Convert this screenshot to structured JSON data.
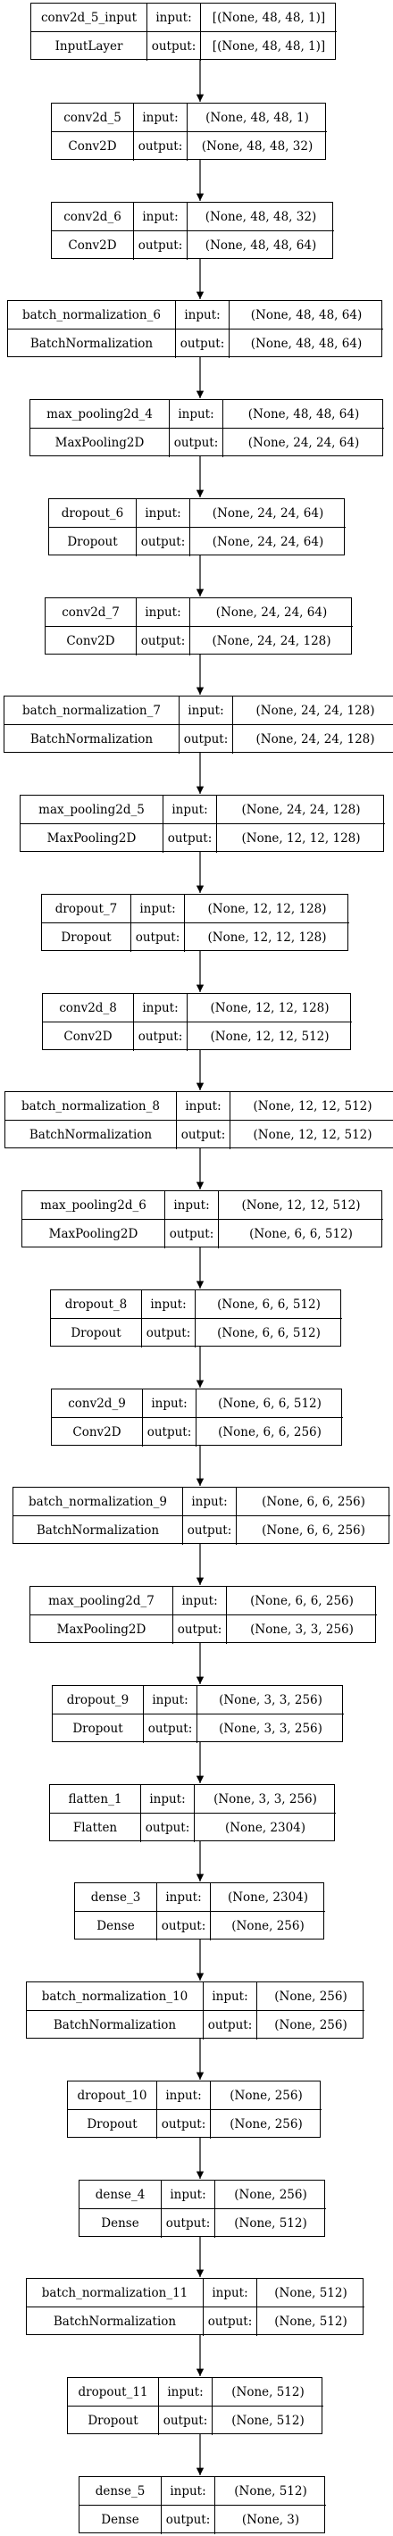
{
  "layers": [
    {
      "name": "conv2d_5_input",
      "type": "InputLayer",
      "input": "[(None, 48, 48, 1)]",
      "output": "[(None, 48, 48, 1)]"
    },
    {
      "name": "conv2d_5",
      "type": "Conv2D",
      "input": "(None, 48, 48, 1)",
      "output": "(None, 48, 48, 32)"
    },
    {
      "name": "conv2d_6",
      "type": "Conv2D",
      "input": "(None, 48, 48, 32)",
      "output": "(None, 48, 48, 64)"
    },
    {
      "name": "batch_normalization_6",
      "type": "BatchNormalization",
      "input": "(None, 48, 48, 64)",
      "output": "(None, 48, 48, 64)"
    },
    {
      "name": "max_pooling2d_4",
      "type": "MaxPooling2D",
      "input": "(None, 48, 48, 64)",
      "output": "(None, 24, 24, 64)"
    },
    {
      "name": "dropout_6",
      "type": "Dropout",
      "input": "(None, 24, 24, 64)",
      "output": "(None, 24, 24, 64)"
    },
    {
      "name": "conv2d_7",
      "type": "Conv2D",
      "input": "(None, 24, 24, 64)",
      "output": "(None, 24, 24, 128)"
    },
    {
      "name": "batch_normalization_7",
      "type": "BatchNormalization",
      "input": "(None, 24, 24, 128)",
      "output": "(None, 24, 24, 128)"
    },
    {
      "name": "max_pooling2d_5",
      "type": "MaxPooling2D",
      "input": "(None, 24, 24, 128)",
      "output": "(None, 12, 12, 128)"
    },
    {
      "name": "dropout_7",
      "type": "Dropout",
      "input": "(None, 12, 12, 128)",
      "output": "(None, 12, 12, 128)"
    },
    {
      "name": "conv2d_8",
      "type": "Conv2D",
      "input": "(None, 12, 12, 128)",
      "output": "(None, 12, 12, 512)"
    },
    {
      "name": "batch_normalization_8",
      "type": "BatchNormalization",
      "input": "(None, 12, 12, 512)",
      "output": "(None, 12, 12, 512)"
    },
    {
      "name": "max_pooling2d_6",
      "type": "MaxPooling2D",
      "input": "(None, 12, 12, 512)",
      "output": "(None, 6, 6, 512)"
    },
    {
      "name": "dropout_8",
      "type": "Dropout",
      "input": "(None, 6, 6, 512)",
      "output": "(None, 6, 6, 512)"
    },
    {
      "name": "conv2d_9",
      "type": "Conv2D",
      "input": "(None, 6, 6, 512)",
      "output": "(None, 6, 6, 256)"
    },
    {
      "name": "batch_normalization_9",
      "type": "BatchNormalization",
      "input": "(None, 6, 6, 256)",
      "output": "(None, 6, 6, 256)"
    },
    {
      "name": "max_pooling2d_7",
      "type": "MaxPooling2D",
      "input": "(None, 6, 6, 256)",
      "output": "(None, 3, 3, 256)"
    },
    {
      "name": "dropout_9",
      "type": "Dropout",
      "input": "(None, 3, 3, 256)",
      "output": "(None, 3, 3, 256)"
    },
    {
      "name": "flatten_1",
      "type": "Flatten",
      "input": "(None, 3, 3, 256)",
      "output": "(None, 2304)"
    },
    {
      "name": "dense_3",
      "type": "Dense",
      "input": "(None, 2304)",
      "output": "(None, 256)"
    },
    {
      "name": "batch_normalization_10",
      "type": "BatchNormalization",
      "input": "(None, 256)",
      "output": "(None, 256)"
    },
    {
      "name": "dropout_10",
      "type": "Dropout",
      "input": "(None, 256)",
      "output": "(None, 256)"
    },
    {
      "name": "dense_4",
      "type": "Dense",
      "input": "(None, 256)",
      "output": "(None, 512)"
    },
    {
      "name": "batch_normalization_11",
      "type": "BatchNormalization",
      "input": "(None, 512)",
      "output": "(None, 512)"
    },
    {
      "name": "dropout_11",
      "type": "Dropout",
      "input": "(None, 512)",
      "output": "(None, 512)"
    },
    {
      "name": "dense_5",
      "type": "Dense",
      "input": "(None, 512)",
      "output": "(None, 3)"
    }
  ],
  "labels": {
    "input": "input:",
    "output": "output:"
  }
}
